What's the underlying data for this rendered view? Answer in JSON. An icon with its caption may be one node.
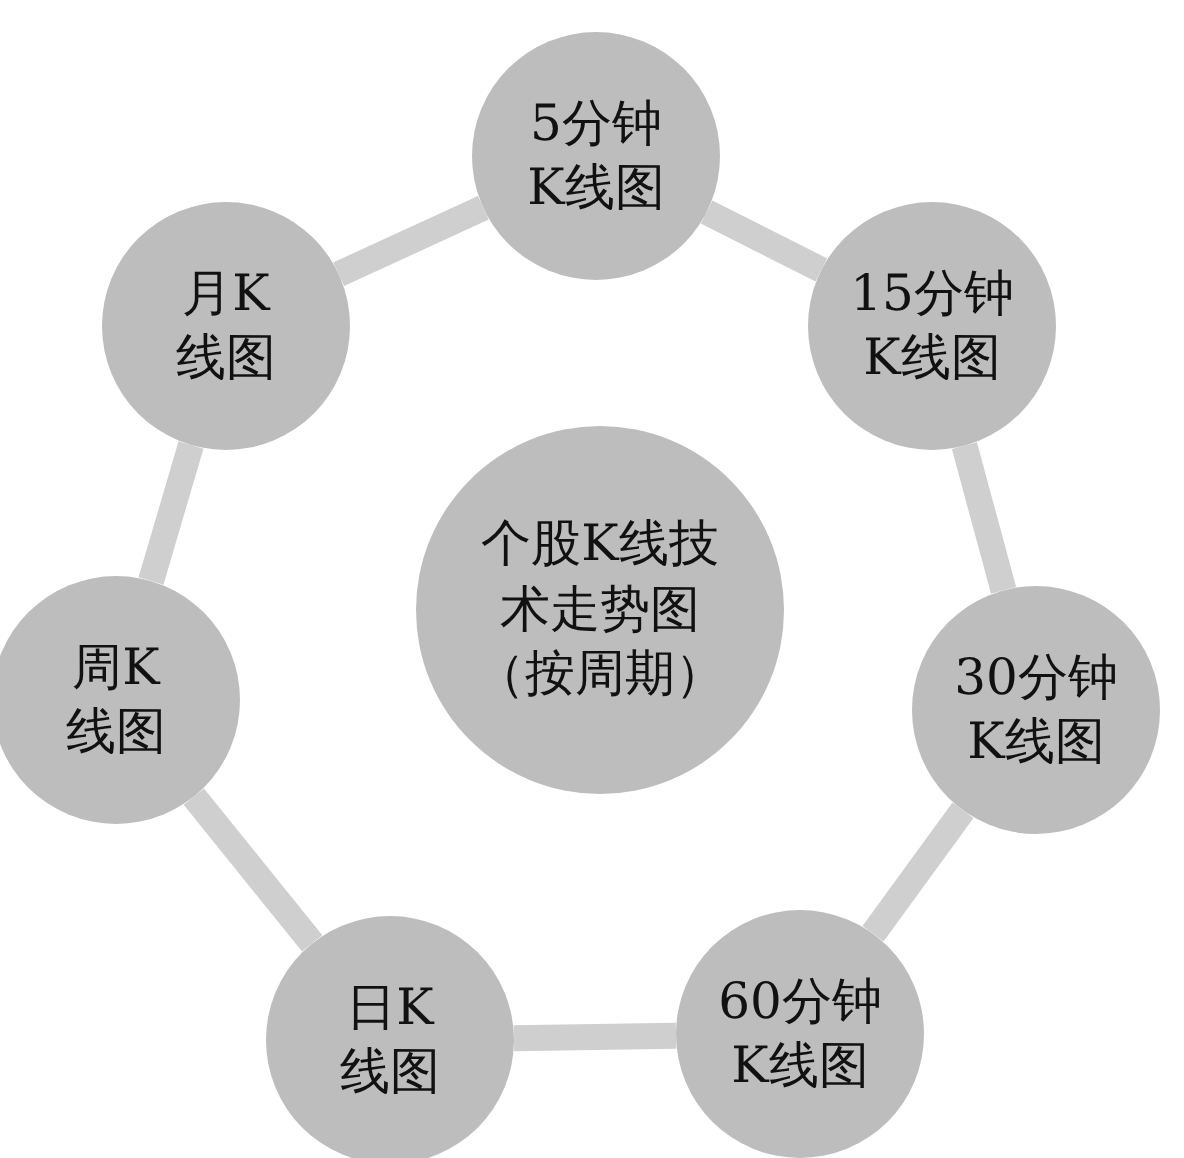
{
  "diagram": {
    "nodes": [
      {
        "text": [
          "个股K线技术走势图（按周期）"
        ]
      },
      {
        "text": [
          "5分钟K线图"
        ]
      },
      {
        "text": [
          "15分钟K线图"
        ]
      },
      {
        "text": [
          "30分钟K线图"
        ]
      },
      {
        "text": [
          "60分钟K线图"
        ]
      },
      {
        "text": [
          "日K线图"
        ]
      },
      {
        "text": [
          "周K线图"
        ]
      },
      {
        "text": [
          "月K线图"
        ]
      }
    ],
    "edges": [
      {
        "from": 1,
        "to": 2,
        "arrow": "none"
      },
      {
        "from": 2,
        "to": 3,
        "arrow": "none"
      },
      {
        "from": 3,
        "to": 4,
        "arrow": "none"
      },
      {
        "from": 4,
        "to": 5,
        "arrow": "none"
      },
      {
        "from": 5,
        "to": 6,
        "arrow": "none"
      },
      {
        "from": 6,
        "to": 7,
        "arrow": "none"
      },
      {
        "from": 7,
        "to": 1,
        "arrow": "none"
      }
    ]
  }
}
